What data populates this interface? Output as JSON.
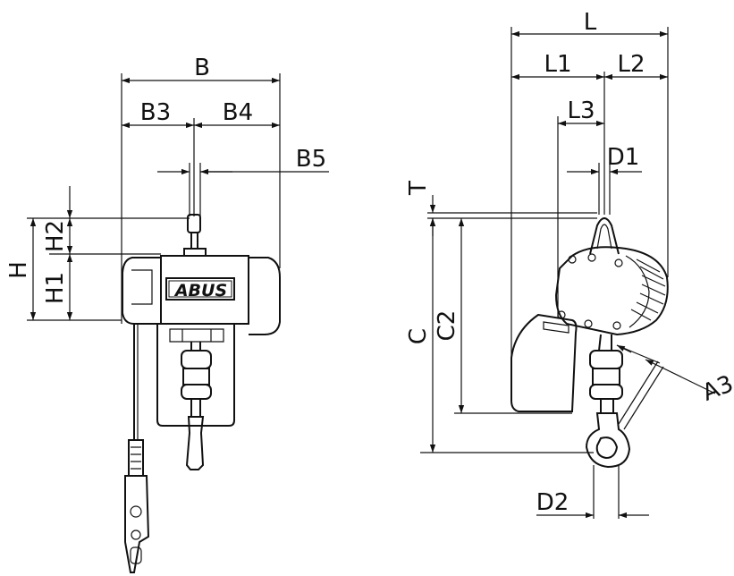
{
  "brand": "ABUS",
  "front_view": {
    "dimensions": {
      "B": "B",
      "B3": "B3",
      "B4": "B4",
      "B5": "B5",
      "H": "H",
      "H1": "H1",
      "H2": "H2"
    }
  },
  "side_view": {
    "dimensions": {
      "L": "L",
      "L1": "L1",
      "L2": "L2",
      "L3": "L3",
      "D1": "D1",
      "D2": "D2",
      "T": "T",
      "C": "C",
      "C2": "C2",
      "A3": "A3"
    }
  }
}
